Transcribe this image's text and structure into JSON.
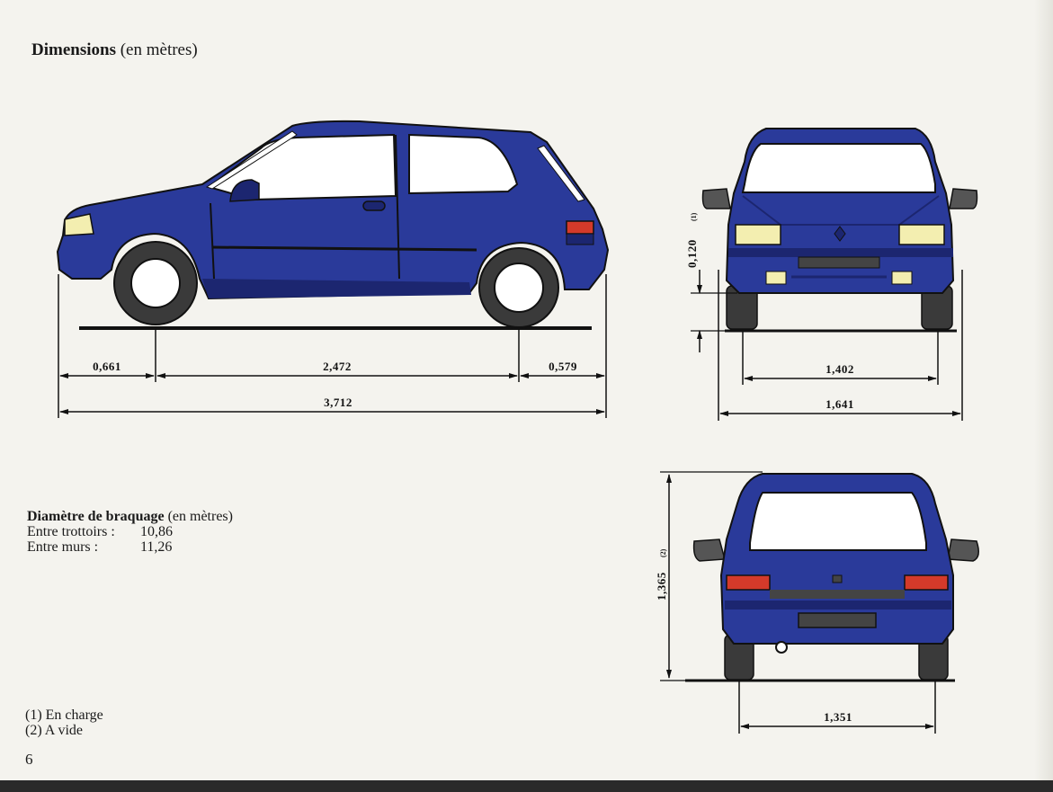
{
  "heading": {
    "title": "Dimensions",
    "unit": "(en mètres)"
  },
  "dimensions": {
    "front_overhang": "0,661",
    "wheelbase": "2,472",
    "rear_overhang": "0,579",
    "overall_length": "3,712",
    "ground_clearance": "0,120",
    "ground_clearance_note": "(1)",
    "front_track": "1,402",
    "overall_width": "1,641",
    "height": "1,365",
    "height_note": "(2)",
    "rear_track": "1,351"
  },
  "turning": {
    "title": "Diamètre de braquage",
    "unit": "(en mètres)",
    "rows": [
      {
        "label": "Entre trottoirs :",
        "value": "10,86"
      },
      {
        "label": "Entre murs :",
        "value": "11,26"
      }
    ]
  },
  "notes": [
    "(1) En charge",
    "(2) A vide"
  ],
  "page_number": "6",
  "colors": {
    "body": "#2a3a9a",
    "body_dark": "#1c2670",
    "glass": "#ffffff",
    "tyre": "#3a3a3a",
    "headlight": "#f3eeb0",
    "taillight": "#d43a2a"
  }
}
